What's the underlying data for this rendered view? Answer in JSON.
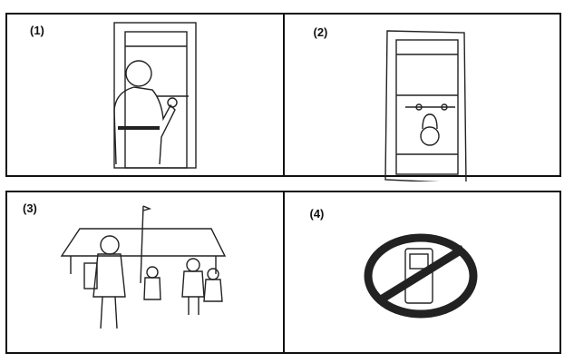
{
  "panels": [
    {
      "label": "(1)",
      "icon": "man-locking-door"
    },
    {
      "label": "(2)",
      "icon": "padlocked-door"
    },
    {
      "label": "(3)",
      "icon": "girl-going-to-school"
    },
    {
      "label": "(4)",
      "icon": "no-mobile-phone"
    }
  ]
}
